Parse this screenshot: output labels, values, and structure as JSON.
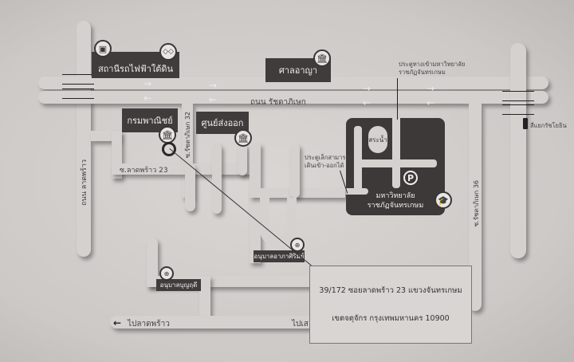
{
  "map": {
    "roads": {
      "main_road": "ถนน รัชดาภิเษก",
      "lat_phrao_road": "ถนน ลาดพร้าว",
      "soi_lat_phrao_23": "ซ.ลาดพร้าว 23",
      "soi_ratchada_32": "ซ.รัชดาภิเษก 32",
      "soi_ratchada_36": "ซ.รัชดาภิเษก 36",
      "to_lat_phrao": "ไปลาดพร้าว",
      "to_other": "ไปเส"
    },
    "landmarks": {
      "mrt_station": "สถานีรถไฟฟ้าใต้ดิน",
      "court": "ศาลอาญา",
      "commerce_dept": "กรมพาณิชย์",
      "export_center": "ศูนย์ส่งออก",
      "university": "มหาวิทยาลัย\nราชภัฏจันทรเกษม",
      "university_line1": "มหาวิทยาลัย",
      "university_line2": "ราชภัฏจันทรเกษม",
      "pool": "สระน้ำ",
      "parking": "P",
      "kindergarten_a": "อนุบาลอาภาศิริมย์",
      "kindergarten_b": "อนุบาลบุญฤดี",
      "traffic_light": "สี่แยกรัชโยธิน"
    },
    "annotations": {
      "main_gate_line1": "ประตูทางเข้ามหาวิทยาลัย",
      "main_gate_line2": "ราชภัฏจันทรเกษม",
      "small_gate_line1": "ประตูเล็กสามารถ",
      "small_gate_line2": "เดินเข้า-ออกได้"
    },
    "address": {
      "line1": "39/172 ซอยลาดพร้าว 23 แขวงจันทรเกษม",
      "line2": "เขตจตุจักร กรุงเทพมหานคร 10900"
    },
    "icons": {
      "arrow_right": "→",
      "arrow_left": "←",
      "bold_left": "←"
    },
    "colors": {
      "background": "#cfcbc9",
      "road": "#d4d1cf",
      "label_dark": "#403c3c"
    }
  }
}
